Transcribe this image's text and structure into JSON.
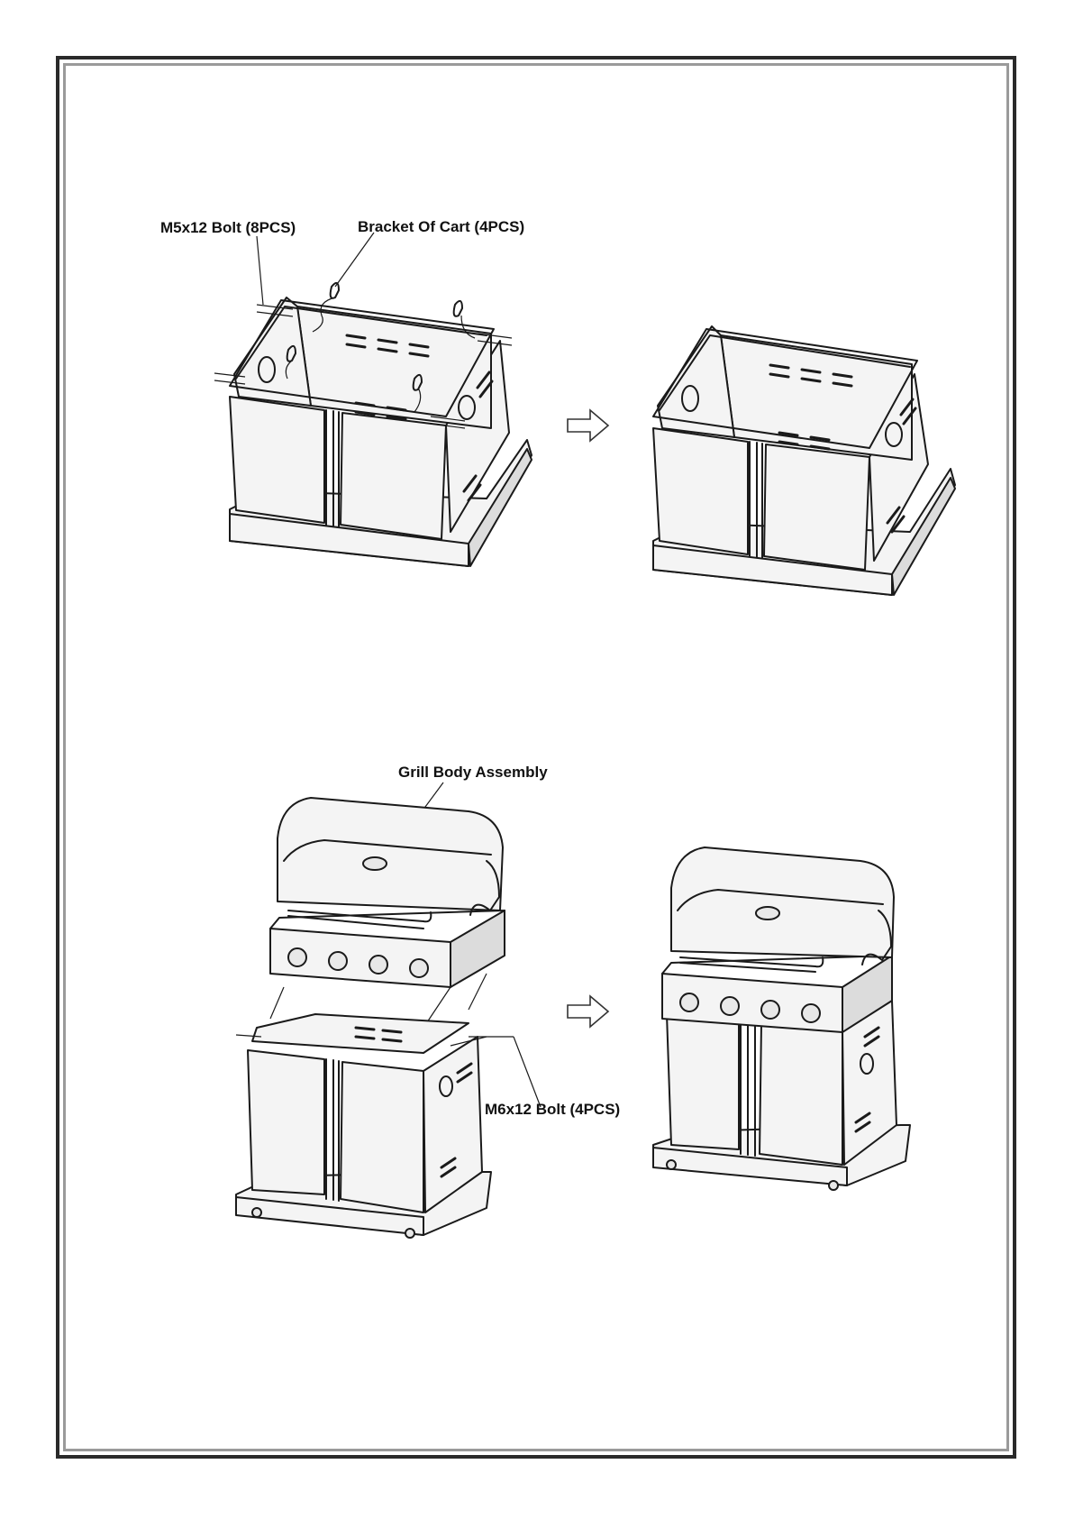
{
  "callouts": {
    "m5_bolt": "M5x12 Bolt (8PCS)",
    "bracket_of_cart": "Bracket Of Cart (4PCS)",
    "grill_body_assembly": "Grill Body Assembly",
    "m6_bolt": "M6x12 Bolt (4PCS)"
  },
  "colors": {
    "line": "#1a1a1a",
    "frame_outer": "#2a2a2a",
    "frame_inner": "#9a9a9a",
    "background": "#ffffff"
  },
  "icons": {
    "step_arrow": "hollow-right-arrow-icon"
  }
}
